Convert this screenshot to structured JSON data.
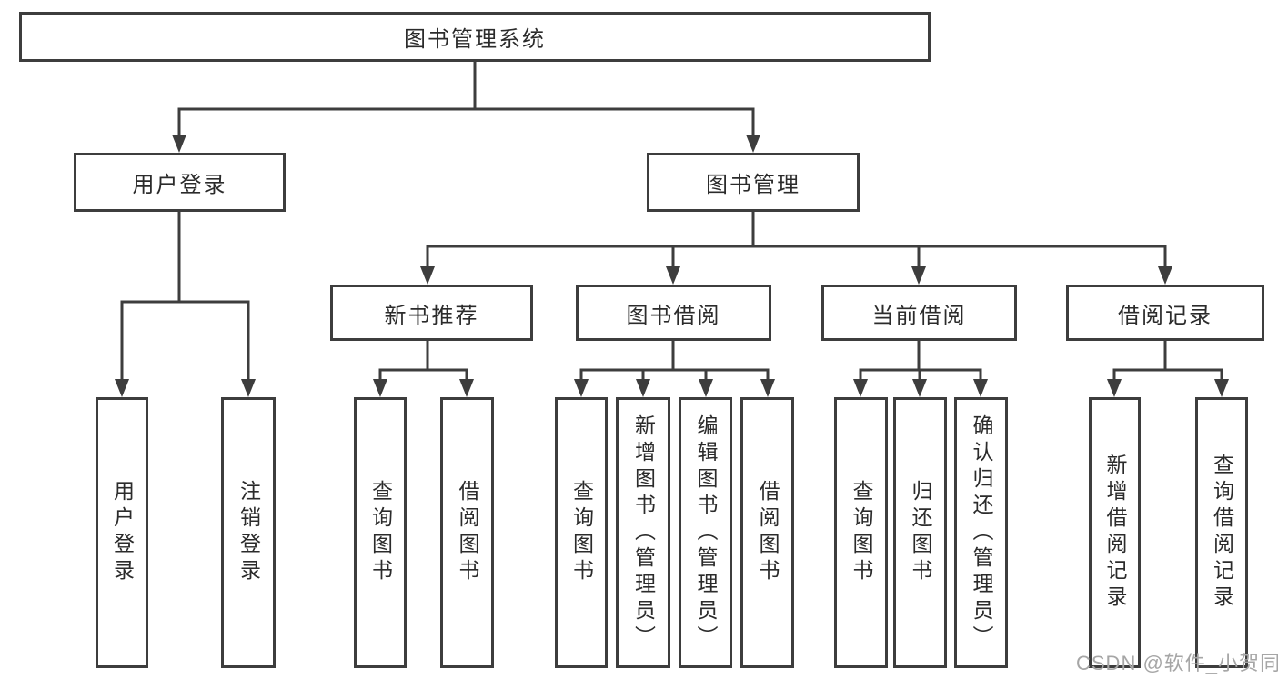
{
  "nodes": {
    "root": "图书管理系统",
    "user_login": "用户登录",
    "book_management": "图书管理",
    "new_book_recommendation": "新书推荐",
    "book_borrowing": "图书借阅",
    "current_borrowing": "当前借阅",
    "borrowing_records": "借阅记录",
    "leaf_user_login": "用户登录",
    "leaf_logout": "注销登录",
    "leaf_recommend_query_books": "查询图书",
    "leaf_recommend_borrow_books": "借阅图书",
    "leaf_borrowing_query_books": "查询图书",
    "leaf_borrowing_add_books_admin": "新增图书（管理员）",
    "leaf_borrowing_edit_books_admin": "编辑图书（管理员）",
    "leaf_borrowing_borrow_books": "借阅图书",
    "leaf_current_query_books": "查询图书",
    "leaf_current_return_books": "归还图书",
    "leaf_current_confirm_return_admin": "确认归还（管理员）",
    "leaf_records_add_record": "新增借阅记录",
    "leaf_records_query_record": "查询借阅记录"
  },
  "watermark": {
    "text": "CSDN @软件_小贺同学"
  },
  "colors": {
    "line": "#3d3d3d",
    "box_border": "#3d3d3d",
    "text": "#2b2b2b",
    "watermark": "#a6a6a6",
    "background": "#ffffff"
  }
}
